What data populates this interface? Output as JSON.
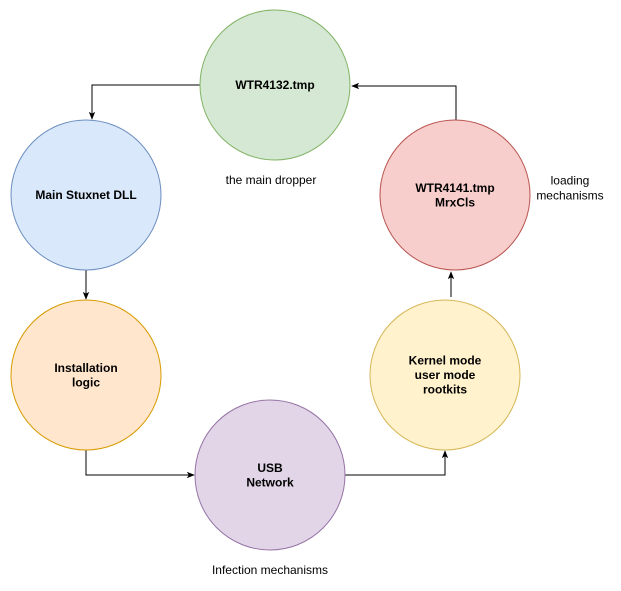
{
  "nodes": {
    "dropper": {
      "lines": [
        "WTR4132.tmp"
      ],
      "fill": "#d5e8d4",
      "stroke": "#82b366"
    },
    "stuxnet_dll": {
      "lines": [
        "Main Stuxnet DLL"
      ],
      "fill": "#dae8fc",
      "stroke": "#6c8ebf"
    },
    "installation": {
      "lines": [
        "Installation",
        "logic"
      ],
      "fill": "#ffe6cc",
      "stroke": "#d79b00"
    },
    "usb_network": {
      "lines": [
        "USB",
        "Network"
      ],
      "fill": "#e1d5e7",
      "stroke": "#9673a6"
    },
    "rootkits": {
      "lines": [
        "Kernel mode",
        "user mode",
        "rootkits"
      ],
      "fill": "#fff2cc",
      "stroke": "#d6b656"
    },
    "loader": {
      "lines": [
        "WTR4141.tmp",
        "MrxCls"
      ],
      "fill": "#f8cecc",
      "stroke": "#b85450"
    }
  },
  "notes": {
    "main_dropper": [
      "the main dropper"
    ],
    "loading": [
      "loading",
      "mechanisms"
    ],
    "infection": [
      "Infection mechanisms"
    ]
  }
}
